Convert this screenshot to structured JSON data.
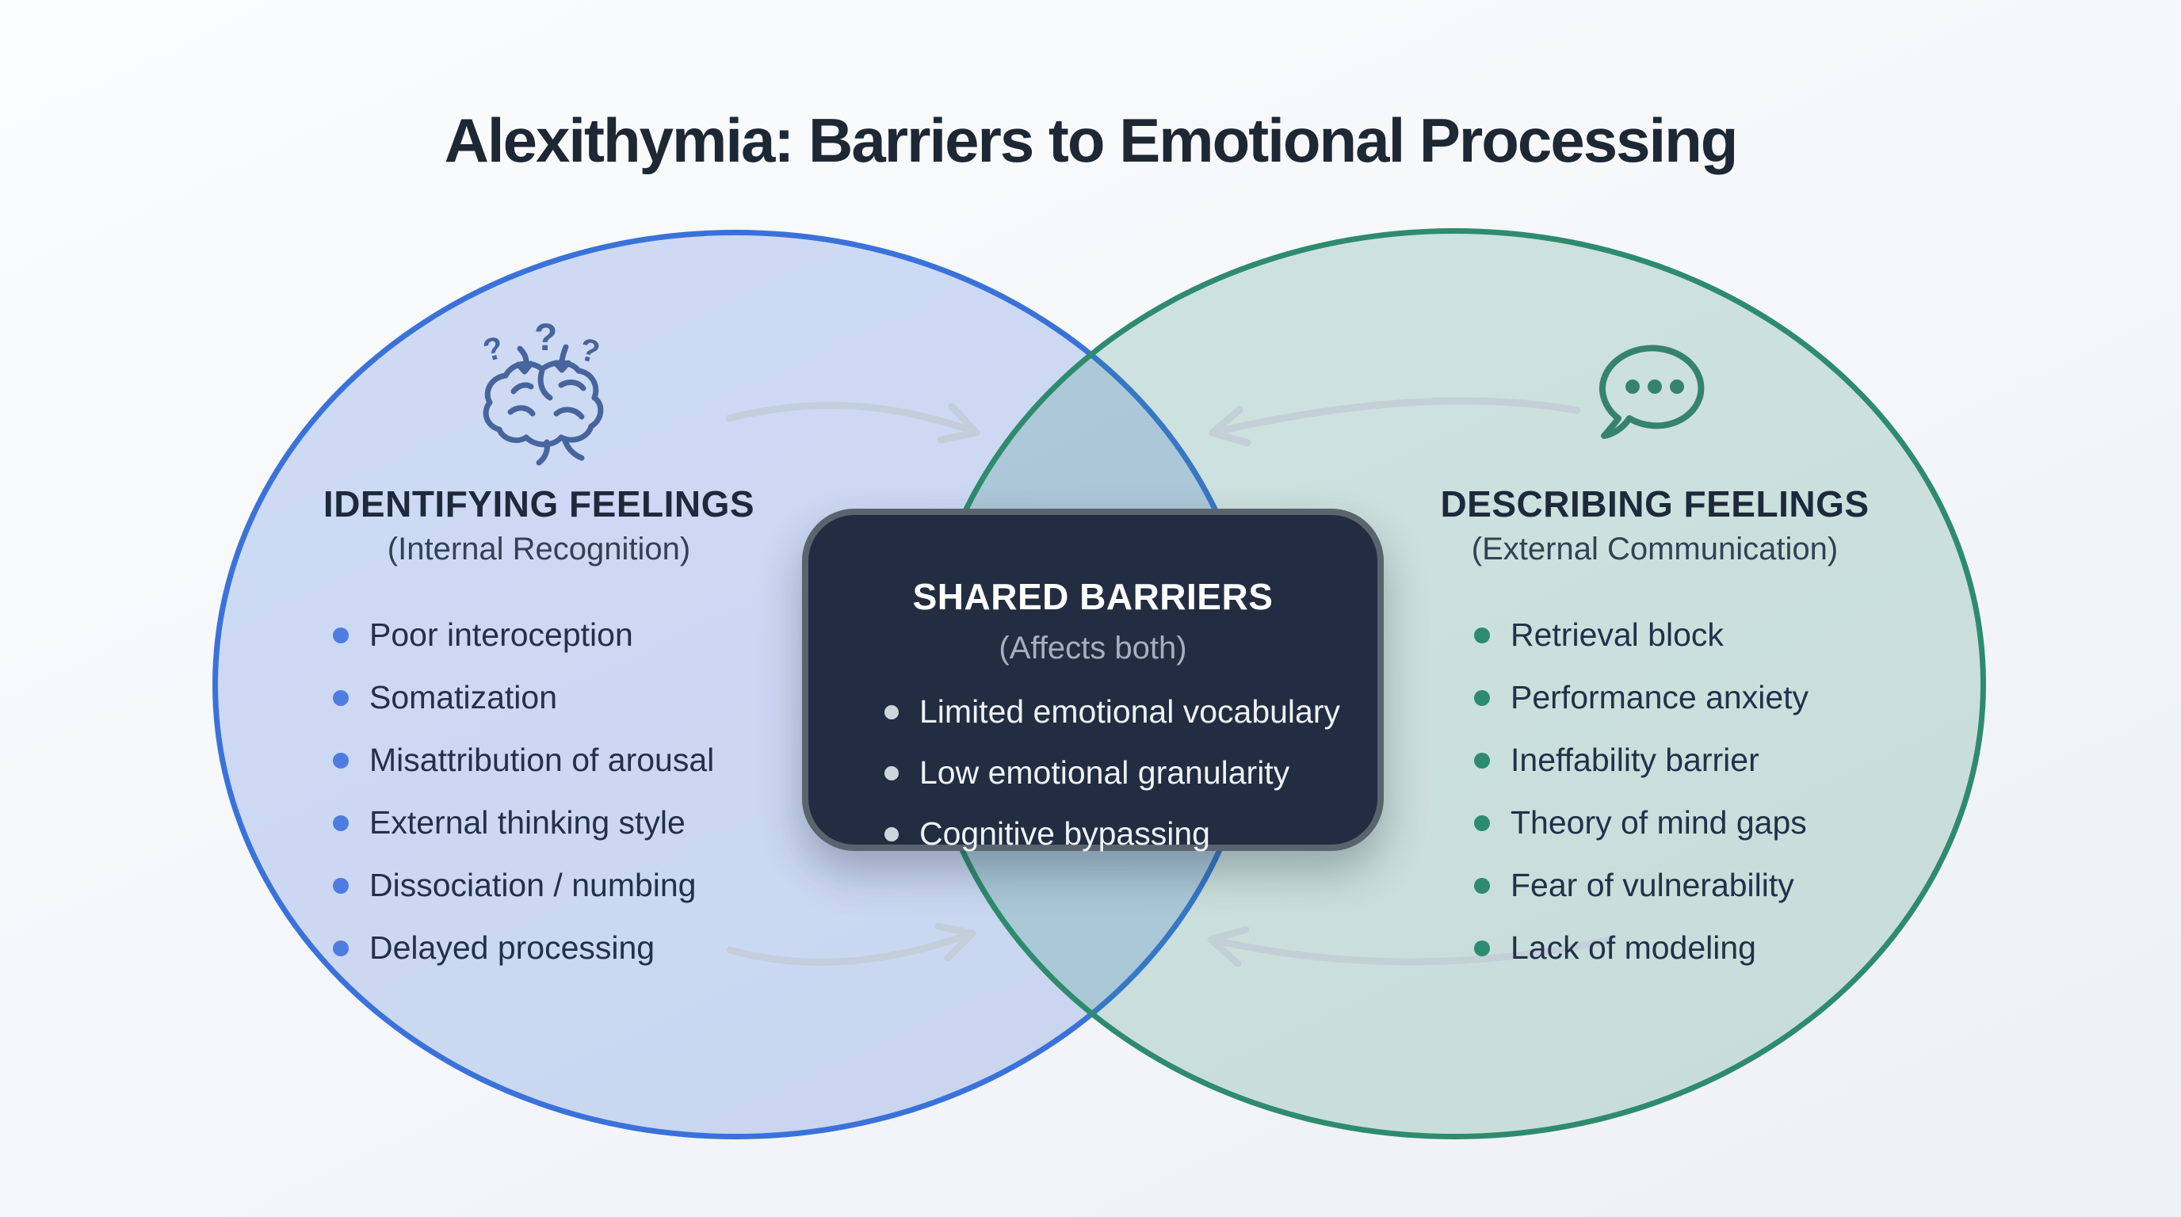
{
  "title": "Alexithymia: Barriers to Emotional Processing",
  "venn": {
    "left": {
      "heading": "IDENTIFYING FEELINGS",
      "subheading": "(Internal Recognition)",
      "icon": "brain-question-icon",
      "accent_color": "#3a72da",
      "bullet_color": "#4f7ce0",
      "items": [
        "Poor interoception",
        "Somatization",
        "Misattribution of arousal",
        "External thinking style",
        "Dissociation / numbing",
        "Delayed processing"
      ]
    },
    "center": {
      "heading": "SHARED BARRIERS",
      "subheading": "(Affects both)",
      "background_color": "#222d42",
      "border_color": "#59646f",
      "items": [
        "Limited emotional vocabulary",
        "Low emotional granularity",
        "Cognitive bypassing"
      ]
    },
    "right": {
      "heading": "DESCRIBING FEELINGS",
      "subheading": "(External Communication)",
      "icon": "speech-bubble-icon",
      "accent_color": "#2e8b6e",
      "bullet_color": "#2e8b6e",
      "items": [
        "Retrieval block",
        "Performance anxiety",
        "Ineffability barrier",
        "Theory of mind gaps",
        "Fear of vulnerability",
        "Lack of modeling"
      ]
    },
    "arrow_color": "#c2ccd6",
    "background_color": "#f4f6f9"
  }
}
